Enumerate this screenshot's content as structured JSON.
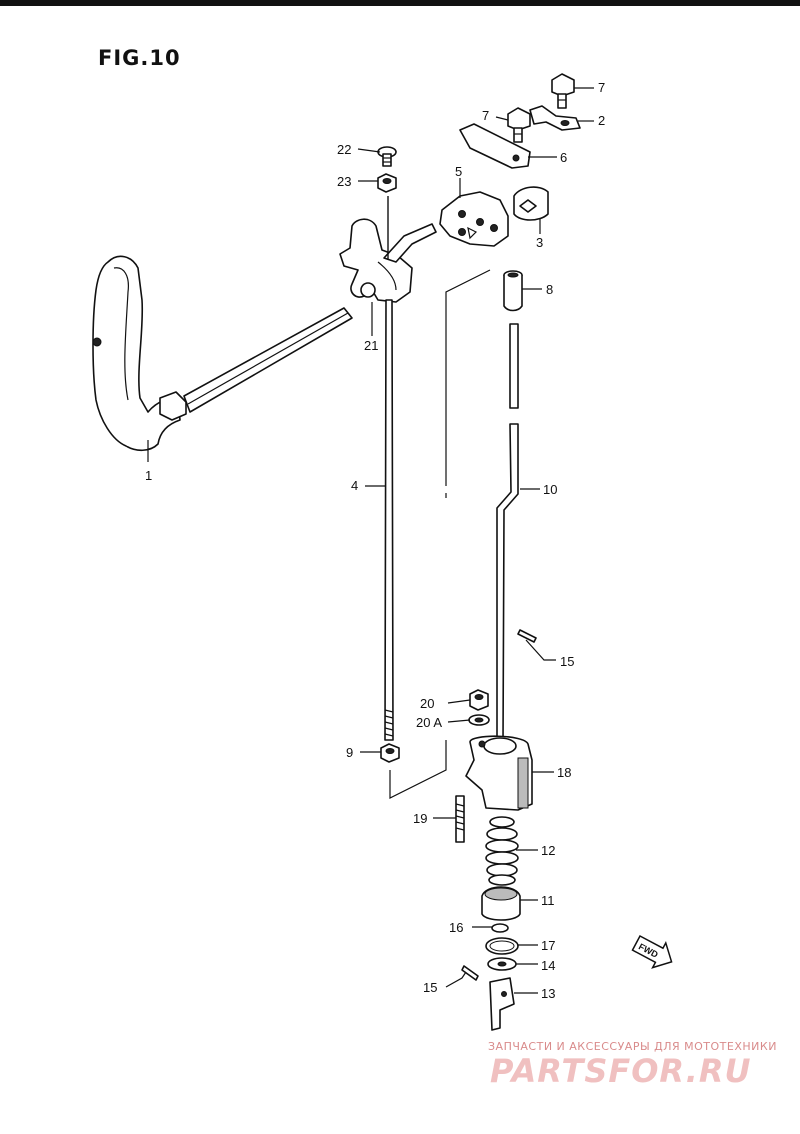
{
  "figure": {
    "title": "FIG.10"
  },
  "parts": [
    {
      "id": "p1",
      "label": "1"
    },
    {
      "id": "p2",
      "label": "2"
    },
    {
      "id": "p3",
      "label": "3"
    },
    {
      "id": "p4",
      "label": "4"
    },
    {
      "id": "p5",
      "label": "5"
    },
    {
      "id": "p6",
      "label": "6"
    },
    {
      "id": "p7a",
      "label": "7"
    },
    {
      "id": "p7b",
      "label": "7"
    },
    {
      "id": "p8",
      "label": "8"
    },
    {
      "id": "p9",
      "label": "9"
    },
    {
      "id": "p10",
      "label": "10"
    },
    {
      "id": "p11",
      "label": "11"
    },
    {
      "id": "p12",
      "label": "12"
    },
    {
      "id": "p13",
      "label": "13"
    },
    {
      "id": "p14",
      "label": "14"
    },
    {
      "id": "p15a",
      "label": "15"
    },
    {
      "id": "p15b",
      "label": "15"
    },
    {
      "id": "p16",
      "label": "16"
    },
    {
      "id": "p17",
      "label": "17"
    },
    {
      "id": "p18",
      "label": "18"
    },
    {
      "id": "p19",
      "label": "19"
    },
    {
      "id": "p20",
      "label": "20"
    },
    {
      "id": "p20a",
      "label": "20 A"
    },
    {
      "id": "p21",
      "label": "21"
    },
    {
      "id": "p22",
      "label": "22"
    },
    {
      "id": "p23",
      "label": "23"
    }
  ],
  "direction_marker": {
    "text": "FWD"
  },
  "watermark": {
    "tagline": "ЗАПЧАСТИ И АКСЕССУАРЫ ДЛЯ МОТОТЕХНИКИ",
    "logo": "PARTSFOR.RU"
  }
}
